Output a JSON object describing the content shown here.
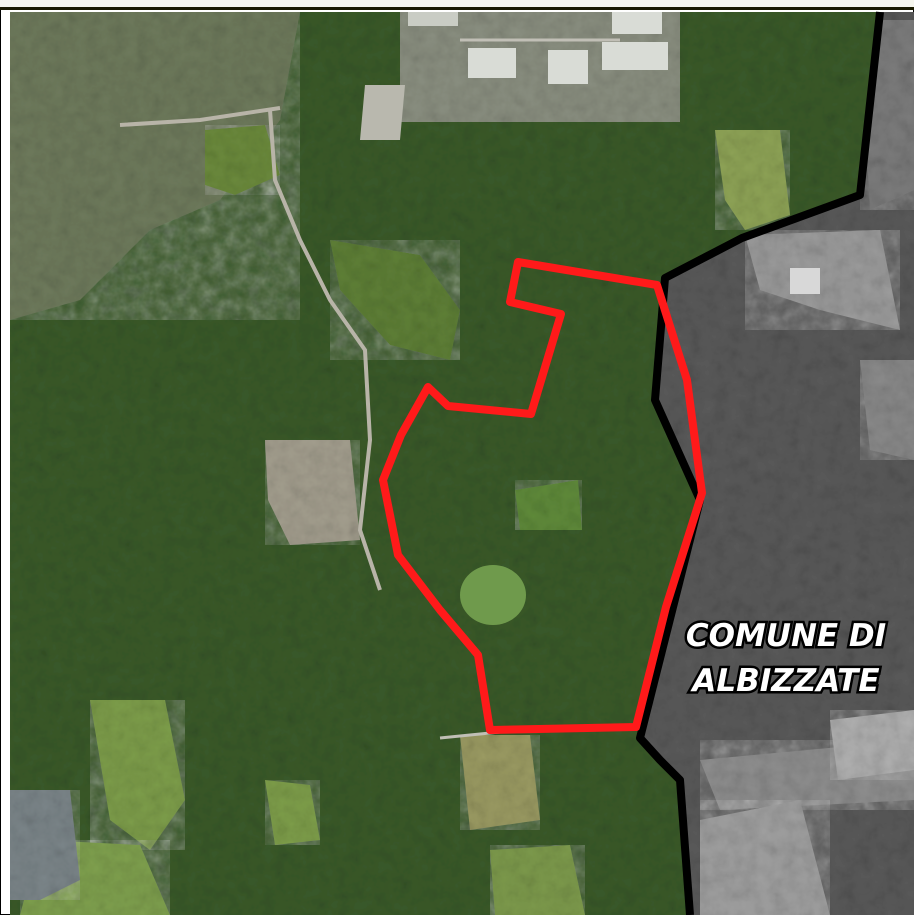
{
  "map": {
    "municipality_label_line1": "COMUNE DI",
    "municipality_label_line2": "ALBIZZATE"
  },
  "colors": {
    "study_area_outline": "#ff1a1a",
    "municipal_boundary": "#000000",
    "label_fill": "#ffffff",
    "label_stroke": "#000000"
  },
  "legend": {
    "study_area": "study-area-outline",
    "boundary": "municipal-boundary-line"
  }
}
